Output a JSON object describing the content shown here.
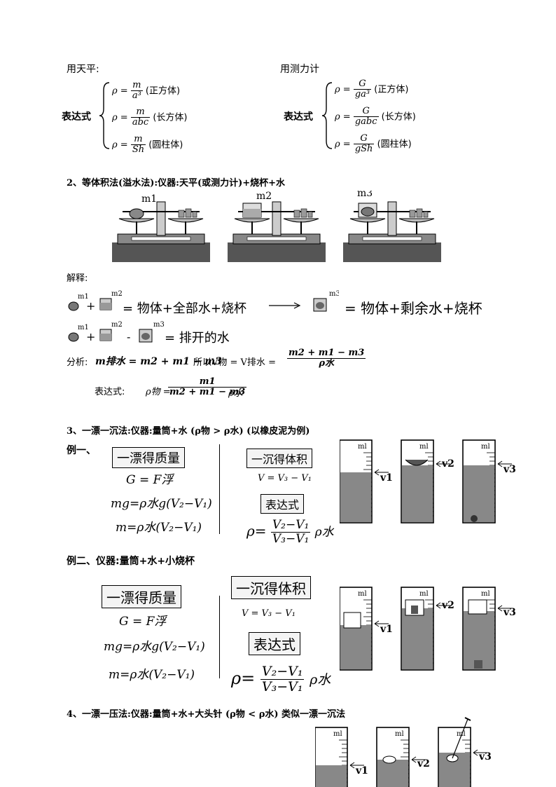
{
  "section1": {
    "balance_label": "用天平:",
    "spring_label": "用测力计",
    "expr_label": "表达式",
    "rho": "ρ =",
    "balance": [
      {
        "num": "m",
        "den": "a³",
        "shape": "(正方体)"
      },
      {
        "num": "m",
        "den": "abc",
        "shape": "(长方体)"
      },
      {
        "num": "m",
        "den": "Sh",
        "shape": "(圆柱体)"
      }
    ],
    "spring": [
      {
        "num": "G",
        "den": "ga³",
        "shape": "(正方体)"
      },
      {
        "num": "G",
        "den": "gabc",
        "shape": "(长方体)"
      },
      {
        "num": "G",
        "den": "gSh",
        "shape": "(圆柱体)"
      }
    ]
  },
  "section2": {
    "heading": "2、等体积法(溢水法):仪器:天平(或测力计)+烧杯+水",
    "balance_labels": [
      "m1",
      "m2",
      "m3"
    ],
    "explain": "解释:",
    "line1_left": "= 物体+全部水+烧杯",
    "line1_right": "= 物体+剩余水+烧杯",
    "line2": "= 排开的水",
    "m1": "m1",
    "m2": "m2",
    "m3": "m3",
    "plus": "+",
    "minus": "-",
    "analysis_label": "分析:",
    "analysis_eq": "m排水 = m2 + m1 − m3",
    "analysis_so": "所以V物 = V排水 =",
    "analysis_num": "m2 + m1 − m3",
    "analysis_den": "ρ水",
    "expr_label": "表达式:",
    "expr_lhs": "ρ物 =",
    "expr_num": "m1",
    "expr_den": "m2 + m1 − m3",
    "expr_rhs": "ρ水"
  },
  "section3": {
    "heading": "3、一漂一沉法:仪器:量筒+水 (ρ物 > ρ水) (以橡皮泥为例)",
    "ex1_label": "例一、",
    "float_mass": "一漂得质量",
    "sink_volume": "一沉得体积",
    "eq_g": "G = F浮",
    "eq_mg": "mg=ρ水g(V₂−V₁)",
    "eq_m": "m=ρ水(V₂−V₁)",
    "eq_v1": "V = V₃ − V₁",
    "expr_box": "表达式",
    "rho": "ρ=",
    "final_num": "V₂−V₁",
    "final_den": "V₃−V₁",
    "final_rhs": "ρ水",
    "ex2_label": "例二、仪器:量筒+水+小烧杯",
    "cyl_unit": "ml",
    "v_labels": [
      "v1",
      "v2",
      "v3"
    ]
  },
  "section4": {
    "heading": "4、一漂一压法:仪器:量筒+水+大头针 (ρ物 < ρ水) 类似一漂一沉法"
  }
}
